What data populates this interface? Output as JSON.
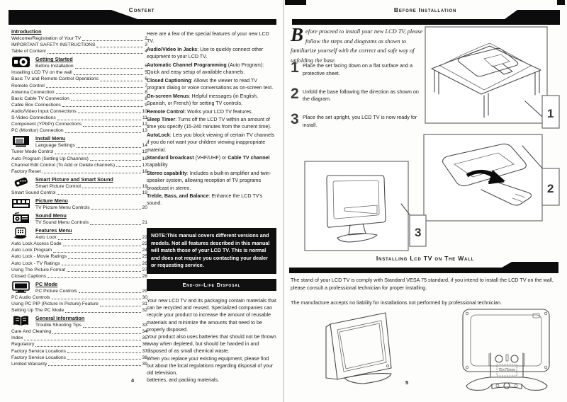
{
  "left_page": {
    "header": "Content",
    "page_number": "4",
    "toc": {
      "sections": [
        {
          "title": "Introduction",
          "icon": null,
          "entries": [
            {
              "label": "Welcome/Registration of Your TV",
              "page": "2"
            },
            {
              "label": "IMPORTANT SAFETY INSTRUCTIONS",
              "page": "3"
            },
            {
              "label": "Table of Content",
              "page": "4"
            }
          ]
        },
        {
          "title": "Getting Started",
          "icon": "tv-power-icon",
          "entries": [
            {
              "label": "Before Installation",
              "page": "5"
            },
            {
              "label": "Installing LCD TV on the wall",
              "page": "5"
            },
            {
              "label": "Basic TV and Remote Control Operations",
              "page": "6"
            },
            {
              "label": "Remote Control",
              "page": "7"
            },
            {
              "label": "Antenna Connection",
              "page": "8"
            },
            {
              "label": "Basic Cable TV Connection",
              "page": "8"
            },
            {
              "label": "Cable Box Connections",
              "page": "9"
            },
            {
              "label": "Audio/Video Input Connections",
              "page": "10"
            },
            {
              "label": "S-Video Connections",
              "page": "11"
            },
            {
              "label": "Component (YPbPr) Connections",
              "page": "12"
            },
            {
              "label": "PC (Monitor) Connection",
              "page": "13"
            }
          ]
        },
        {
          "title": "Install Menu",
          "icon": "tv-screen-icon",
          "entries": [
            {
              "label": "Language Settings",
              "page": "14"
            },
            {
              "label": "Tuner Mode Control",
              "page": "15"
            },
            {
              "label": "Auto Program (Setting Up Channels)",
              "page": "16"
            },
            {
              "label": "Channel Edit Control  (To Add or Delete channels)",
              "page": "17"
            },
            {
              "label": "Factory Reset",
              "page": "18"
            }
          ]
        },
        {
          "title": "Smart Picture and Smart Sound",
          "icon": "remote-control-icon",
          "entries": [
            {
              "label": "Smart Picture Control",
              "page": "19"
            },
            {
              "label": "Smart Sound Control",
              "page": "19"
            }
          ]
        },
        {
          "title": "Picture Menu",
          "icon": "film-strip-icon",
          "entries": [
            {
              "label": "TV Picture Menu Controls",
              "page": "20"
            }
          ]
        },
        {
          "title": "Sound Menu",
          "icon": "speaker-icon",
          "entries": [
            {
              "label": "TV Sound Menu Controls",
              "page": "21"
            }
          ]
        },
        {
          "title": "Features Menu",
          "icon": "hand-remote-icon",
          "entries": [
            {
              "label": "Auto Lock",
              "page": "22"
            },
            {
              "label": "Auto Lock Access Code",
              "page": "23"
            },
            {
              "label": "Auto Lock Program",
              "page": "24"
            },
            {
              "label": "Auto Lock - Movie Ratings",
              "page": "25"
            },
            {
              "label": "Auto Lock - TV Ratings",
              "page": "26"
            },
            {
              "label": "Using The Picture Format",
              "page": "27"
            },
            {
              "label": "Closed Captions",
              "page": "28"
            }
          ]
        },
        {
          "title": "PC Mode",
          "icon": "pc-monitor-icon",
          "entries": [
            {
              "label": "PC Picture Controls",
              "page": "29"
            },
            {
              "label": "PC Audio Controls",
              "page": "30"
            },
            {
              "label": "Using PC PIP (Picture In Picture) Feature",
              "page": "31"
            },
            {
              "label": "Setting Up The PC Mode",
              "page": "32"
            }
          ]
        },
        {
          "title": "General Information",
          "icon": "open-book-icon",
          "entries": [
            {
              "label": "Trouble Shooting Tips",
              "page": "33"
            },
            {
              "label": "Care And Cleaning",
              "page": "34"
            },
            {
              "label": "Index",
              "page": "35"
            },
            {
              "label": "Regulatory",
              "page": "36"
            },
            {
              "label": "Factory Service Locations",
              "page": "37"
            },
            {
              "label": "Factory Service Locations",
              "page": "38"
            },
            {
              "label": "Limited Warranty",
              "page": "39"
            }
          ]
        }
      ]
    },
    "features": {
      "intro": "Here are a few of the special features of your new LCD TV.",
      "items": [
        [
          {
            "b": true,
            "t": "Audio/Video In Jacks"
          },
          {
            "b": false,
            "t": ": Use to quickly connect other equipment to your LCD TV."
          }
        ],
        [
          {
            "b": true,
            "t": "Automatic Channel Programming"
          },
          {
            "b": false,
            "t": " (Auto Program): Quick and easy setup of available channels."
          }
        ],
        [
          {
            "b": true,
            "t": "Closed Captioning"
          },
          {
            "b": false,
            "t": ": Allows the viewer to read TV program dialog or voice conversations as on-screen text."
          }
        ],
        [
          {
            "b": true,
            "t": "On-screen Menus"
          },
          {
            "b": false,
            "t": ": Helpful messages (in English, Spanish, or French) for setting TV controls."
          }
        ],
        [
          {
            "b": true,
            "t": "Remote Control"
          },
          {
            "b": false,
            "t": ": Works your LCD TV features."
          }
        ],
        [
          {
            "b": true,
            "t": "Sleep Timer"
          },
          {
            "b": false,
            "t": ": Turns off the LCD TV within an amount of time you specify (15-240 minutes from the current time)."
          }
        ],
        [
          {
            "b": true,
            "t": "AutoLock"
          },
          {
            "b": false,
            "t": ": Lets you block viewing of certain TV channels if you do not want your children viewing inappropriate material."
          }
        ],
        [
          {
            "b": true,
            "t": "Standard broadcast"
          },
          {
            "b": false,
            "t": " (VHF/UHF) or "
          },
          {
            "b": true,
            "t": "Cable TV channel"
          },
          {
            "b": false,
            "t": " capability"
          }
        ],
        [
          {
            "b": true,
            "t": "Stereo capability"
          },
          {
            "b": false,
            "t": ": Includes a built-in amplifier and twin-speaker system, allowing reception of TV programs broadcast in stereo."
          }
        ],
        [
          {
            "b": true,
            "t": "Treble, Bass, and Balance"
          },
          {
            "b": false,
            "t": ": Enhance the LCD TV's sound."
          }
        ]
      ]
    },
    "note_box": "NOTE:This manual covers different versions and models. Not all features described in this manual will match those of your LCD TV. This is normal and does not require you contacting your dealer or requesting service.",
    "end_of_life": {
      "title": "End-of-Life Disposal",
      "paragraphs": [
        "Your new LCD TV and its packaging contain materials that can be recycled and reused. Specialized companies can recycle your product to increase the amount of reusable materials and minimize the amounts that need to be properly disposed.",
        "Your product also uses batteries that should not be thrown away when depleted, but should be handed in and disposed of as small chemical waste.",
        "When you replace your existing equipment, please find out about the local regulations regarding disposal of your old television,",
        "batteries, and packing materials."
      ]
    }
  },
  "right_page": {
    "header": "Before Installation",
    "page_number": "5",
    "before_installation": {
      "intro_dropcap": "B",
      "intro_rest": "efore proceed to install your new LCD TV, please follow the steps and diagrams as shown to familiarize yourself with the correct and safe way of unfolding the base.",
      "steps": [
        {
          "num": "1",
          "text": "Place the set facing down on a flat surface and a protective sheet."
        },
        {
          "num": "2",
          "text": "Unfold the base following the direction as shown on the diagram."
        },
        {
          "num": "3",
          "text": "Place the set upright, you LCD TV is now ready for install."
        }
      ],
      "figure_labels": {
        "fig1": "1",
        "fig2": "2",
        "fig3": "3"
      }
    },
    "wall_install": {
      "title": "Installing Lcd TV on The Wall",
      "para1": "The stand of your LCD TV is comply with Standard VESA 75 standard, if you intend to install the LCD TV on the wall, please consult a professional technician for proper installing.",
      "para2": "The manufacture accepts no liability for installations not performed by professional technician.",
      "mount_label": "75x75mm"
    }
  },
  "colors": {
    "bar_black": "#0c0c0c",
    "text": "#1b1b1b",
    "line_gray": "#4a4a4a"
  }
}
